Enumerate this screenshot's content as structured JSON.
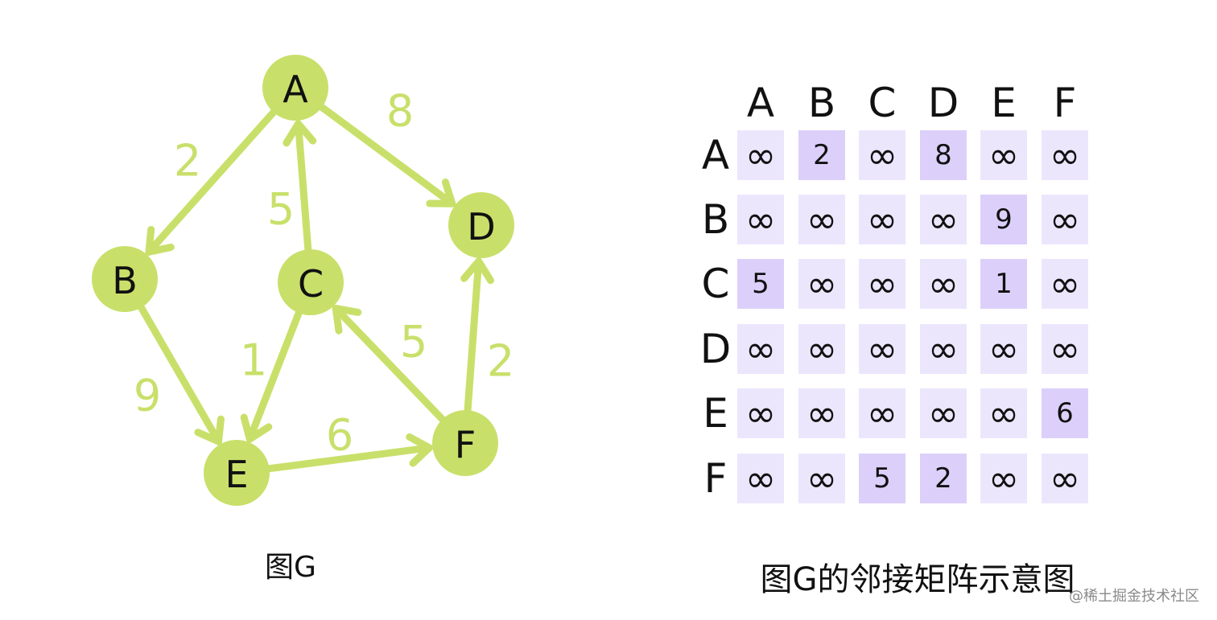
{
  "graph": {
    "caption": "图G",
    "nodes": [
      {
        "id": "A",
        "label": "A"
      },
      {
        "id": "B",
        "label": "B"
      },
      {
        "id": "C",
        "label": "C"
      },
      {
        "id": "D",
        "label": "D"
      },
      {
        "id": "E",
        "label": "E"
      },
      {
        "id": "F",
        "label": "F"
      }
    ],
    "edges": [
      {
        "from": "A",
        "to": "B",
        "weight": "2"
      },
      {
        "from": "A",
        "to": "D",
        "weight": "8"
      },
      {
        "from": "C",
        "to": "A",
        "weight": "5"
      },
      {
        "from": "B",
        "to": "E",
        "weight": "9"
      },
      {
        "from": "C",
        "to": "E",
        "weight": "1"
      },
      {
        "from": "F",
        "to": "C",
        "weight": "5"
      },
      {
        "from": "E",
        "to": "F",
        "weight": "6"
      },
      {
        "from": "F",
        "to": "D",
        "weight": "2"
      }
    ],
    "colors": {
      "node": "#c8e06a",
      "edge": "#c8e06a",
      "weight": "#c8e06a"
    }
  },
  "matrix": {
    "caption": "图G的邻接矩阵示意图",
    "col_headers": [
      "A",
      "B",
      "C",
      "D",
      "E",
      "F"
    ],
    "row_headers": [
      "A",
      "B",
      "C",
      "D",
      "E",
      "F"
    ],
    "cells": [
      [
        "∞",
        "2",
        "∞",
        "8",
        "∞",
        "∞"
      ],
      [
        "∞",
        "∞",
        "∞",
        "∞",
        "9",
        "∞"
      ],
      [
        "5",
        "∞",
        "∞",
        "∞",
        "1",
        "∞"
      ],
      [
        "∞",
        "∞",
        "∞",
        "∞",
        "∞",
        "∞"
      ],
      [
        "∞",
        "∞",
        "∞",
        "∞",
        "∞",
        "6"
      ],
      [
        "∞",
        "∞",
        "5",
        "2",
        "∞",
        "∞"
      ]
    ],
    "colors": {
      "cell": "#ece6fd",
      "cell_value": "#dcd0fb"
    }
  },
  "watermark": "@稀土掘金技术社区"
}
